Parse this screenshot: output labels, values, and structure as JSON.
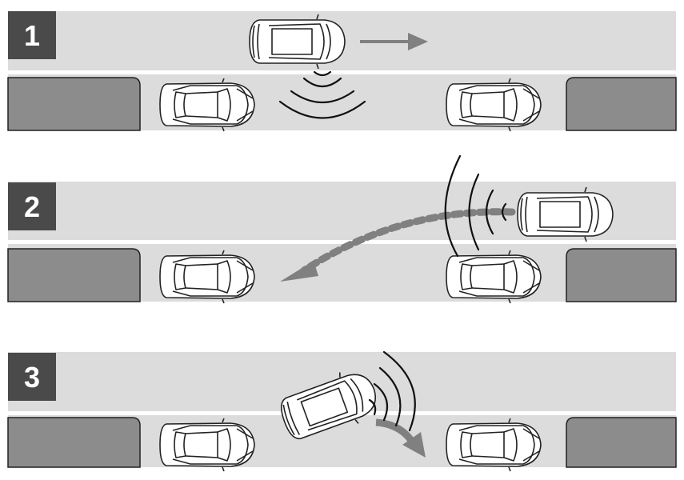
{
  "steps": [
    {
      "number": "1"
    },
    {
      "number": "2"
    },
    {
      "number": "3"
    }
  ],
  "colors": {
    "road": "#dcdcdc",
    "lane_line": "#ffffff",
    "parking_block": "#8c8c8c",
    "badge": "#4a4a4a",
    "arrow": "#808080",
    "car_body": "#ffffff"
  }
}
